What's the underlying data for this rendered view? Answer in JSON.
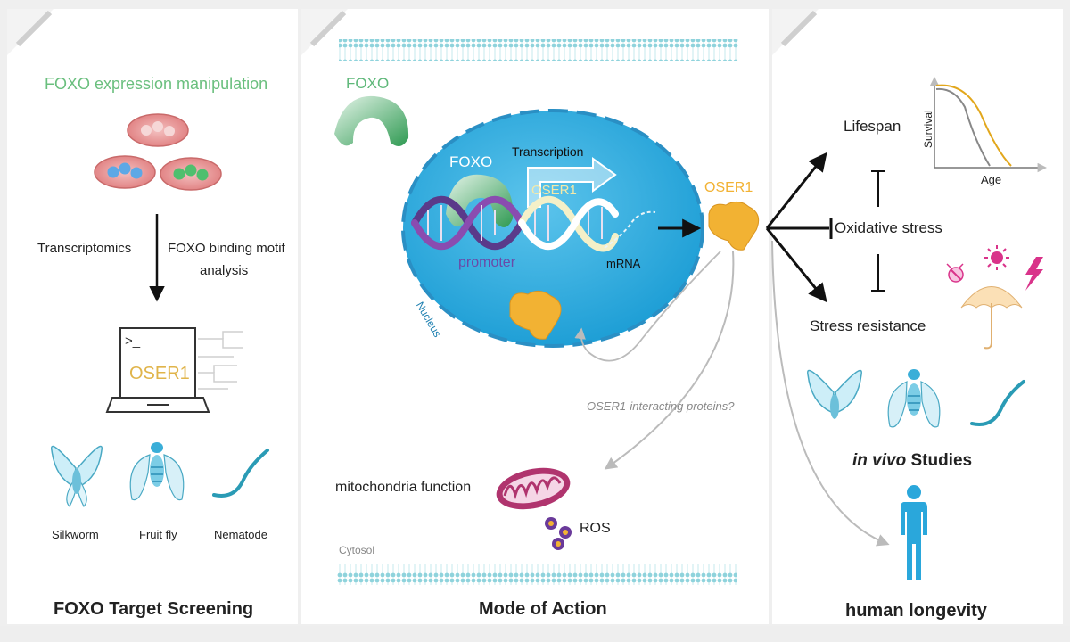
{
  "left": {
    "title": "FOXO expression manipulation",
    "label_transcriptomics": "Transcriptomics",
    "label_motif_line1": "FOXO binding motif",
    "label_motif_line2": "analysis",
    "terminal_prompt": ">_",
    "terminal_gene": "OSER1",
    "organisms": [
      "Silkworm",
      "Fruit fly",
      "Nematode"
    ],
    "footer": "FOXO Target Screening"
  },
  "middle": {
    "foxo_outside": "FOXO",
    "foxo_inside": "FOXO",
    "transcription": "Transcription",
    "gene_on_dna": "OSER1",
    "promoter": "promoter",
    "mrna": "mRNA",
    "nucleus": "Nucleus",
    "oser1": "OSER1",
    "interacting": "OSER1-interacting proteins?",
    "mito": "mitochondria function",
    "ros": "ROS",
    "cytosol": "Cytosol",
    "footer": "Mode of Action"
  },
  "right": {
    "lifespan": "Lifespan",
    "survival_axis": "Survival",
    "age_axis": "Age",
    "oxidative": "Oxidative stress",
    "stress_res": "Stress resistance",
    "invivo_italic": "in vivo",
    "invivo_rest": " Studies",
    "footer": "human longevity"
  },
  "colors": {
    "green": "#5fb87a",
    "cell_blue": "#3aaee0",
    "oser1_orange": "#f2b233",
    "magenta": "#b0346e",
    "membrane": "#a8dde4",
    "purple": "#5a3a8a"
  }
}
